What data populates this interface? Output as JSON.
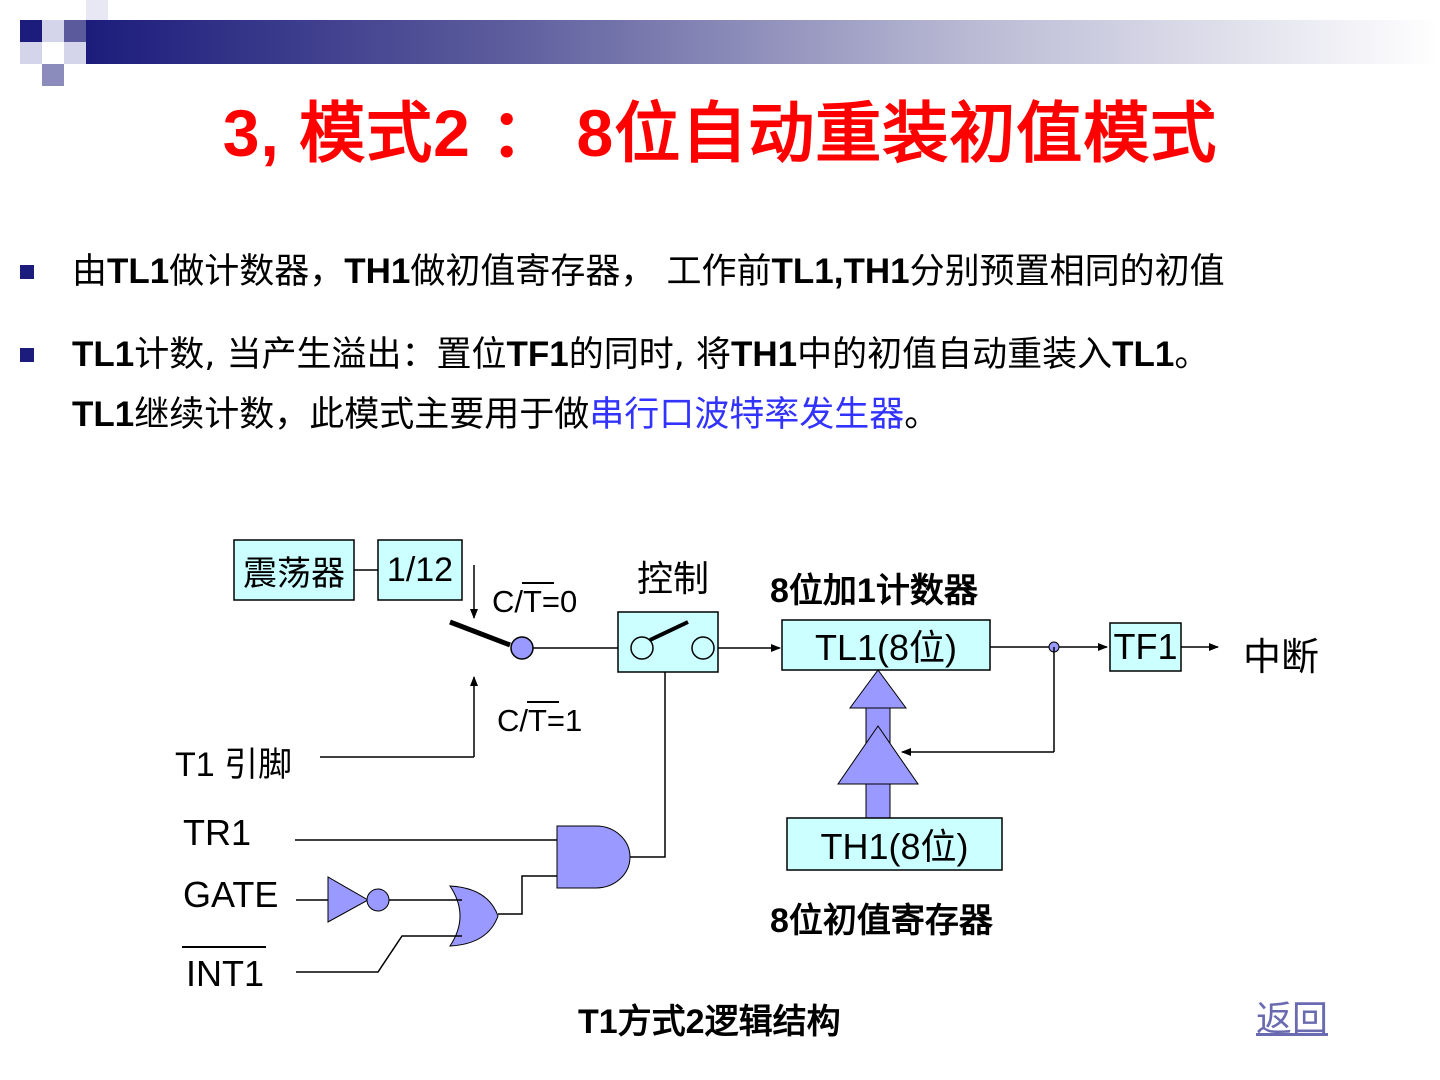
{
  "title": "3, 模式2 ： 8位自动重装初值模式",
  "bullets": [
    {
      "parts": [
        {
          "text": "由",
          "bold": false
        },
        {
          "text": "TL1",
          "bold": true
        },
        {
          "text": "做计数器，",
          "bold": false
        },
        {
          "text": "TH1",
          "bold": true
        },
        {
          "text": "做初值寄存器， 工作前",
          "bold": false
        },
        {
          "text": "TL1,TH1",
          "bold": true
        },
        {
          "text": "分别预置相同的初值",
          "bold": false
        }
      ]
    },
    {
      "line1": [
        {
          "text": "TL1",
          "bold": true
        },
        {
          "text": "计数, 当产生溢出：置位",
          "bold": false
        },
        {
          "text": "TF1",
          "bold": true
        },
        {
          "text": "的同时, 将",
          "bold": false
        },
        {
          "text": "TH1",
          "bold": true
        },
        {
          "text": "中的初值自动重装入",
          "bold": false
        },
        {
          "text": "TL1",
          "bold": true
        },
        {
          "text": "。",
          "bold": false
        }
      ],
      "line2": [
        {
          "text": "TL1",
          "bold": true
        },
        {
          "text": "继续计数，此模式主要用于做",
          "bold": false
        },
        {
          "text": "串行口波特率发生器",
          "bold": false,
          "highlight": true
        },
        {
          "text": "。",
          "bold": false
        }
      ]
    }
  ],
  "diagram": {
    "oscillator": "震荡器",
    "divider": "1/12",
    "ct0": "C/T=0",
    "ct1": "C/T=1",
    "control": "控制",
    "counter_caption": "8位加1计数器",
    "tl1": "TL1(8位)",
    "tf1": "TF1",
    "interrupt": "中断",
    "th1": "TH1(8位)",
    "reg_caption": "8位初值寄存器",
    "t1_pin": "T1 引脚",
    "tr1": "TR1",
    "gate": "GATE",
    "int1": "INT1",
    "caption": "T1方式2逻辑结构"
  },
  "return_link": "返回",
  "colors": {
    "title": "#ff0000",
    "box_fill": "#ccffff",
    "gate_fill": "#9999ff",
    "header_dark": "#1c1c7c",
    "highlight": "#3333ff"
  }
}
